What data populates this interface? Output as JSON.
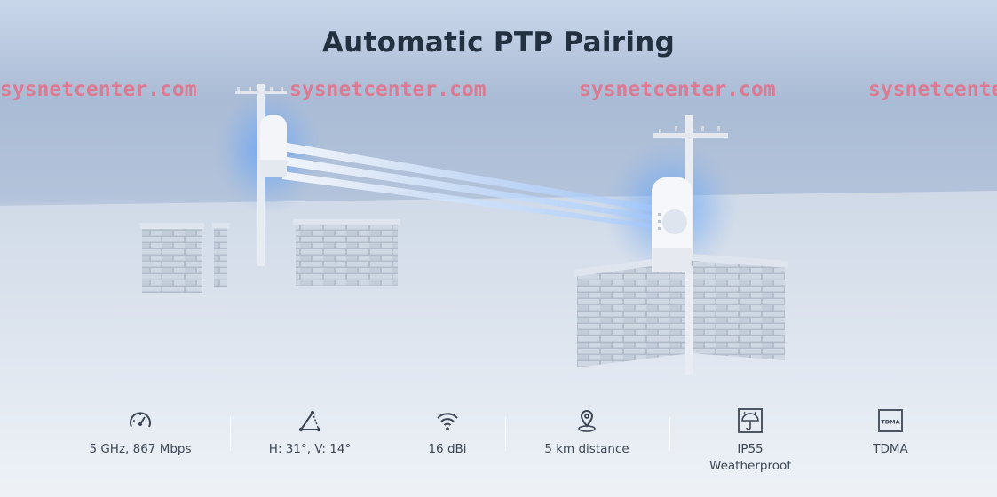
{
  "page": {
    "title": "Automatic PTP Pairing",
    "watermark": "sysnetcenter.com",
    "watermark_cut": "sysnetcente"
  },
  "features": [
    {
      "icon": "speedometer-icon",
      "label": "5 GHz, 867 Mbps"
    },
    {
      "icon": "angle-icon",
      "label": "H: 31°, V: 14°"
    },
    {
      "icon": "wifi-icon",
      "label": "16 dBi"
    },
    {
      "icon": "location-pin-icon",
      "label": "5 km distance"
    },
    {
      "icon": "umbrella-icon",
      "label": "IP55",
      "label2": "Weatherproof"
    },
    {
      "icon": "tdma-icon",
      "badge": "TDMA",
      "label": "TDMA"
    }
  ],
  "colors": {
    "title": "#233040",
    "watermark": "#e46f86",
    "feature_text": "#3c4654",
    "sky": "#aabbd5",
    "ground": "#dbe3ef",
    "beam": "#7fb2f0"
  }
}
